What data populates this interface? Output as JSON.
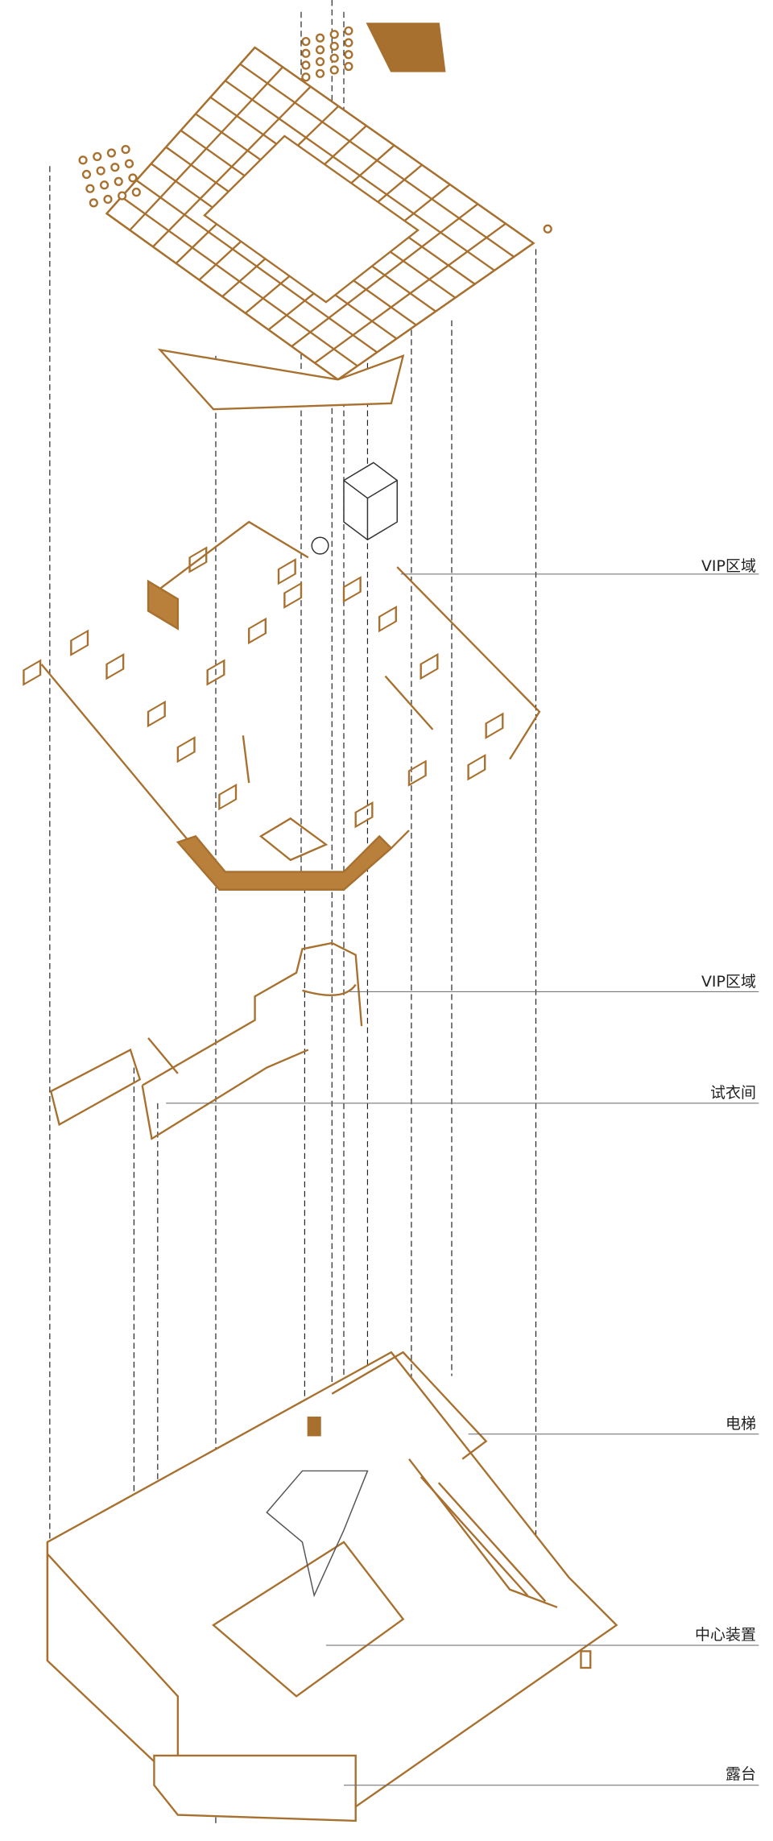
{
  "colors": {
    "drawing": "#a8702e",
    "fill": "#b9803c",
    "leader": "#666666",
    "text": "#222222"
  },
  "labels": [
    {
      "text": "VIP区域"
    },
    {
      "text": "VIP区域"
    },
    {
      "text": "试衣间"
    },
    {
      "text": "电梯"
    },
    {
      "text": "中心装置"
    },
    {
      "text": "露台"
    }
  ]
}
